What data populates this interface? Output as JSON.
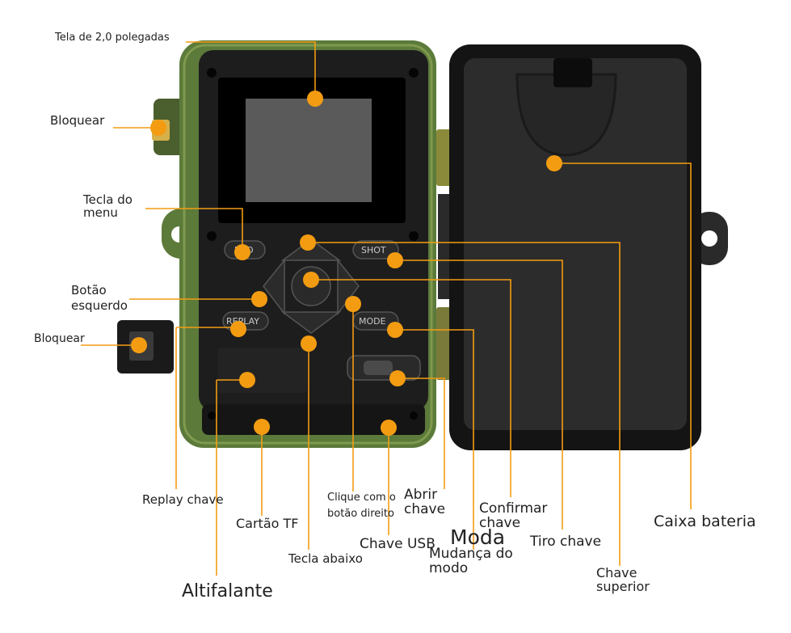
{
  "colors": {
    "callout": "#F39C12",
    "leader": "#F39C12",
    "camo": "#5c7a3a",
    "body": "#1d1d1d",
    "screen": "#5a5a5a"
  },
  "device_labels": {
    "menu_button": "END",
    "shot_button": "SHOT",
    "replay_button": "REPLAY",
    "mode_button": "MODE"
  },
  "labels": [
    {
      "id": "tela",
      "lines": [
        "Tela de 2,0 polegadas"
      ]
    },
    {
      "id": "bloquear-top",
      "lines": [
        "Bloquear"
      ]
    },
    {
      "id": "tecla-menu",
      "lines": [
        "Tecla do",
        "menu"
      ]
    },
    {
      "id": "botao-esquerdo",
      "lines": [
        "Botão",
        "esquerdo"
      ]
    },
    {
      "id": "bloquear-bottom",
      "lines": [
        "Bloquear"
      ]
    },
    {
      "id": "replay-chave",
      "lines": [
        "Replay chave"
      ]
    },
    {
      "id": "cartao-tf",
      "lines": [
        "Cartão TF"
      ]
    },
    {
      "id": "altifalante",
      "lines": [
        "Altifalante"
      ]
    },
    {
      "id": "clique-direito",
      "lines": [
        "Clique com o",
        "botão direito"
      ]
    },
    {
      "id": "tecla-abaixo",
      "lines": [
        "Tecla abaixo"
      ]
    },
    {
      "id": "chave-usb",
      "lines": [
        "Chave USB"
      ]
    },
    {
      "id": "abrir-chave",
      "lines": [
        "Abrir",
        "chave"
      ]
    },
    {
      "id": "moda",
      "lines": [
        "Moda"
      ]
    },
    {
      "id": "mudanca-modo",
      "lines": [
        "Mudança do",
        "modo"
      ]
    },
    {
      "id": "confirmar-chave",
      "lines": [
        "Confirmar",
        "chave"
      ]
    },
    {
      "id": "tiro-chave",
      "lines": [
        "Tiro chave"
      ]
    },
    {
      "id": "chave-superior",
      "lines": [
        "Chave",
        "superior"
      ]
    },
    {
      "id": "caixa-bateria",
      "lines": [
        "Caixa bateria"
      ]
    }
  ]
}
